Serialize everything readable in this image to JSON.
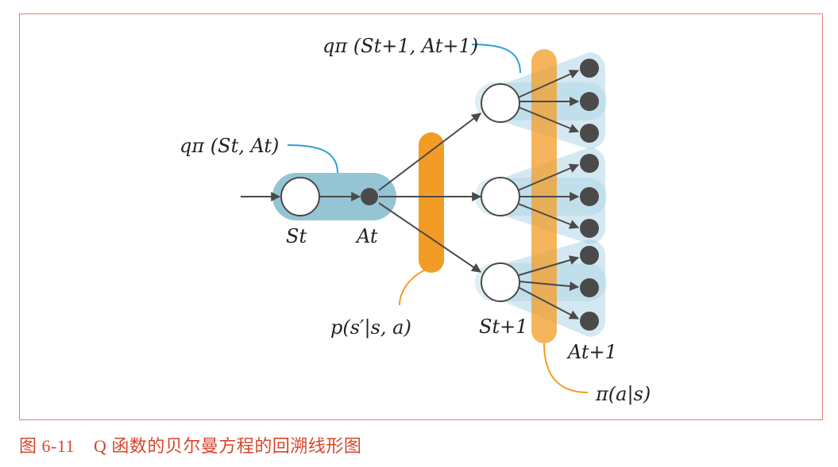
{
  "labels": {
    "q_state_action": "qπ (St, At)",
    "q_next": "qπ (St+1, At+1)",
    "state_t": "St",
    "action_t": "At",
    "state_t1": "St+1",
    "action_t1": "At+1",
    "transition_prob": "p(s′|s, a)",
    "policy": "π(a|s)"
  },
  "caption": {
    "figure_number": "图 6-11",
    "title": "Q 函数的贝尔曼方程的回溯线形图"
  },
  "colors": {
    "frame": "#e0826f",
    "caption": "#d9452b",
    "highlight_blue": "#7bb5ca",
    "highlight_orange": "#f39c25",
    "leader_blue": "#2f9fd4",
    "leader_orange": "#f39c25",
    "node_dark": "#4a4a4a"
  }
}
